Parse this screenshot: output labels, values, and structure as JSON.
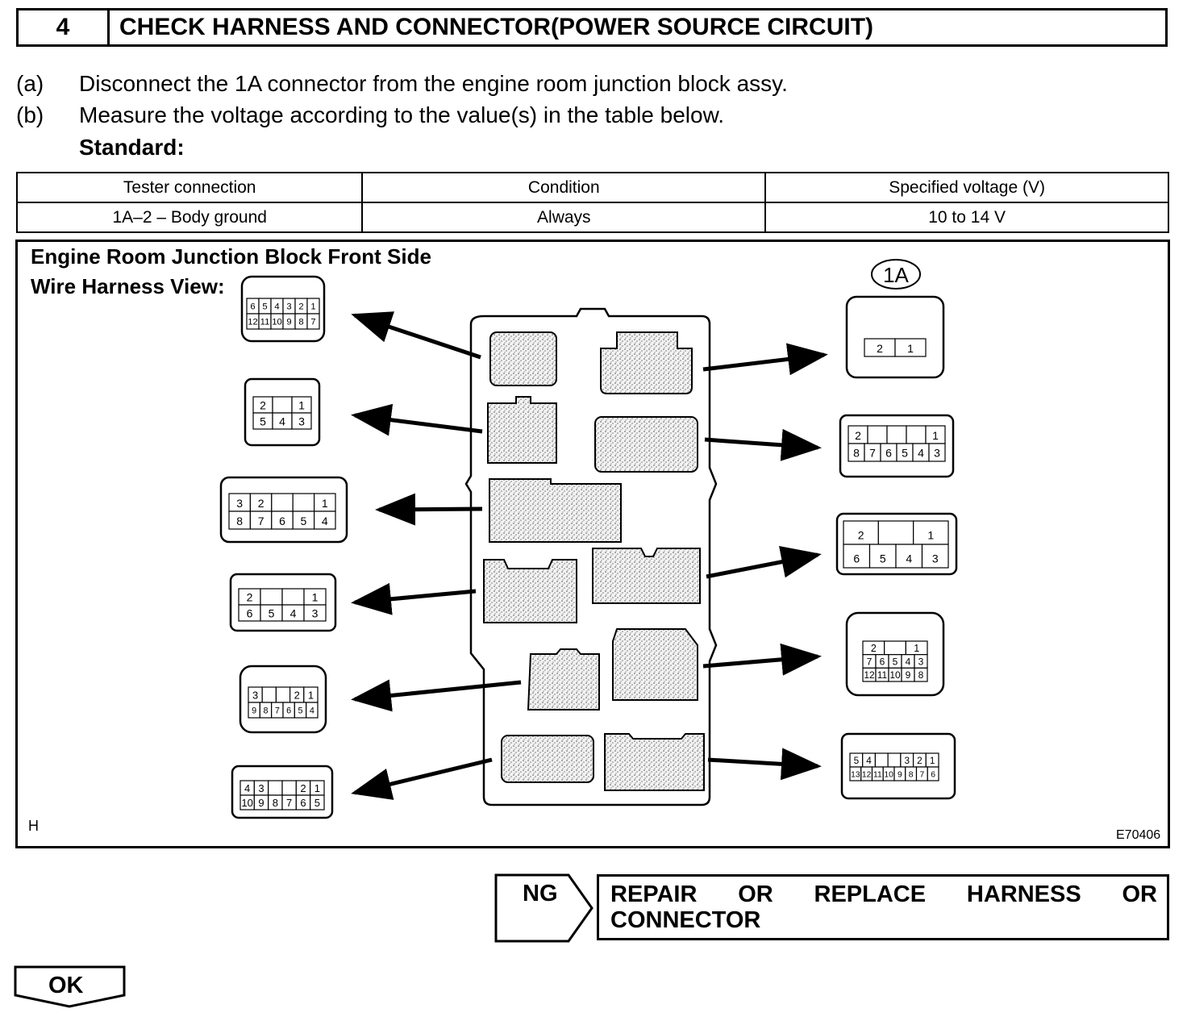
{
  "header": {
    "number": "4",
    "title": "CHECK HARNESS AND CONNECTOR(POWER SOURCE CIRCUIT)"
  },
  "steps": [
    {
      "label": "(a)",
      "text": "Disconnect the 1A connector from the engine room junction block assy."
    },
    {
      "label": "(b)",
      "text": "Measure the voltage according to the value(s) in the table below."
    }
  ],
  "standard_label": "Standard:",
  "table": {
    "headers": [
      "Tester connection",
      "Condition",
      "Specified voltage (V)"
    ],
    "rows": [
      [
        "1A–2 – Body ground",
        "Always",
        "10 to 14 V"
      ]
    ]
  },
  "figure": {
    "title": "Engine Room Junction Block Front Side",
    "subtitle": "Wire Harness View:",
    "connector_id": "1A",
    "corner_mark": "H",
    "code": "E70406",
    "connectors_left": [
      {
        "rows": [
          [
            "6",
            "5",
            "4",
            "3",
            "2",
            "1"
          ],
          [
            "12",
            "11",
            "10",
            "9",
            "8",
            "7"
          ]
        ]
      },
      {
        "rows": [
          [
            "2",
            "",
            "1"
          ],
          [
            "5",
            "4",
            "3"
          ]
        ]
      },
      {
        "rows": [
          [
            "3",
            "2",
            "",
            "",
            "1"
          ],
          [
            "8",
            "7",
            "6",
            "5",
            "4"
          ]
        ]
      },
      {
        "rows": [
          [
            "2",
            "",
            "",
            "1"
          ],
          [
            "6",
            "5",
            "4",
            "3"
          ]
        ]
      },
      {
        "rows": [
          [
            "3",
            "",
            "",
            "2",
            "1"
          ],
          [
            "9",
            "8",
            "7",
            "6",
            "5",
            "4"
          ]
        ]
      },
      {
        "rows": [
          [
            "4",
            "3",
            "",
            "",
            "2",
            "1"
          ],
          [
            "10",
            "9",
            "8",
            "7",
            "6",
            "5"
          ]
        ]
      }
    ],
    "connectors_right": [
      {
        "rows": [
          [
            "2",
            "1"
          ]
        ]
      },
      {
        "rows": [
          [
            "2",
            "",
            "",
            "",
            "1"
          ],
          [
            "8",
            "7",
            "6",
            "5",
            "4",
            "3"
          ]
        ]
      },
      {
        "rows": [
          [
            "2",
            "",
            "1"
          ],
          [
            "6",
            "5",
            "4",
            "3"
          ]
        ]
      },
      {
        "rows": [
          [
            "2",
            "",
            "1"
          ],
          [
            "7",
            "6",
            "5",
            "4",
            "3"
          ],
          [
            "12",
            "11",
            "10",
            "9",
            "8"
          ]
        ]
      },
      {
        "rows": [
          [
            "5",
            "4",
            "",
            "",
            "3",
            "2",
            "1"
          ],
          [
            "13",
            "12",
            "11",
            "10",
            "9",
            "8",
            "7",
            "6"
          ]
        ]
      }
    ]
  },
  "result": {
    "ng_label": "NG",
    "ng_line1": [
      "REPAIR",
      "OR",
      "REPLACE",
      "HARNESS",
      "OR"
    ],
    "ng_line2": "CONNECTOR",
    "ok_label": "OK"
  }
}
